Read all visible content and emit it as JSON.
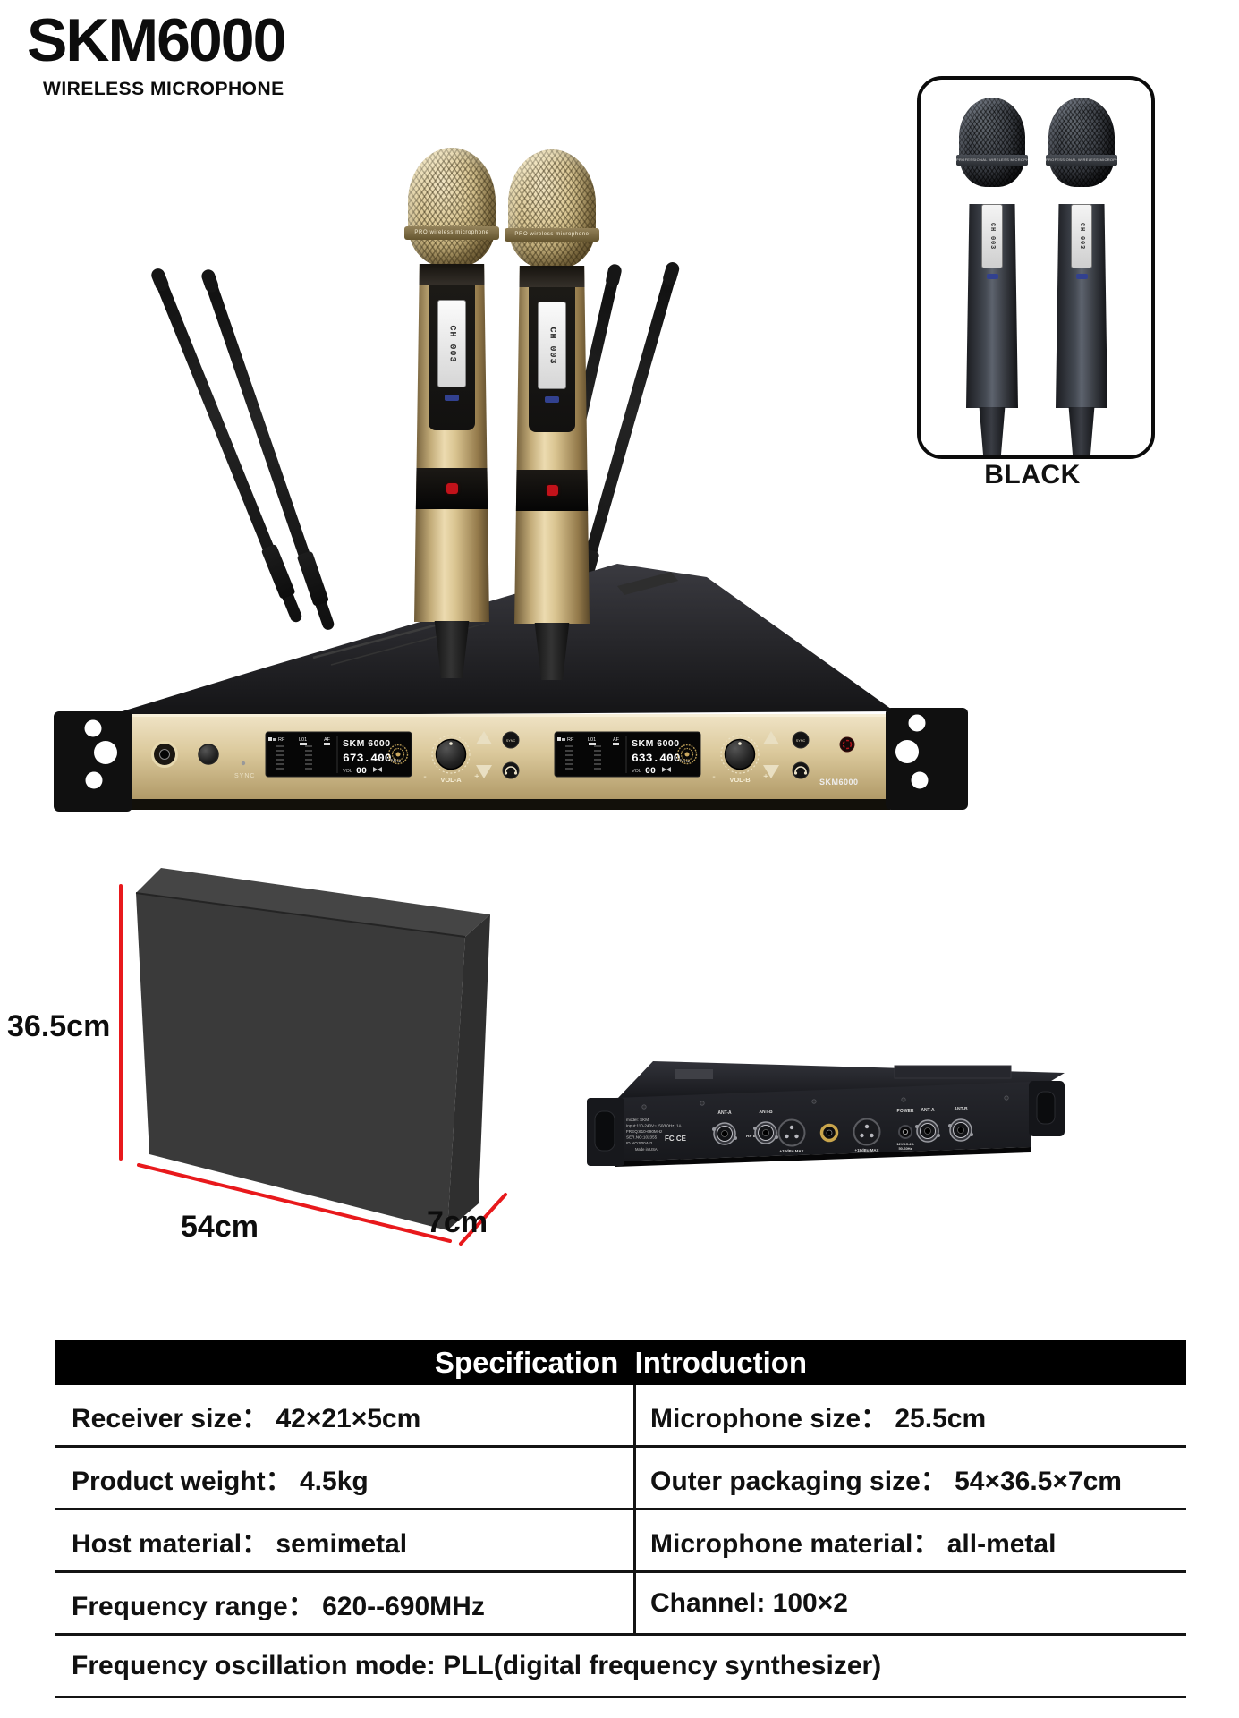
{
  "page": {
    "title": "SKM6000",
    "subtitle": "WIRELESS MICROPHONE"
  },
  "variant_box": {
    "caption": "BLACK"
  },
  "mics": {
    "gold_band": "PRO wireless microphone",
    "black_band": "PROFESSIONAL WIRELESS MICROPHONE",
    "channel": "CH 003"
  },
  "receiver_front": {
    "sync_panel_label": "SYNC",
    "displays": [
      {
        "rf": "RF",
        "lo": "L01",
        "af": "AF",
        "model": "SKM 6000",
        "freq": "673.400",
        "unit": "MHz",
        "vol": "VOL",
        "vol_value": "00"
      },
      {
        "rf": "RF",
        "lo": "L01",
        "af": "AF",
        "model": "SKM 6000",
        "freq": "633.400",
        "unit": "MHz",
        "vol": "VOL",
        "vol_value": "00"
      }
    ],
    "knobs": {
      "a": "VOL-A",
      "b": "VOL-B",
      "minus": "-",
      "plus": "+"
    },
    "buttons": {
      "sync": "SYNC"
    },
    "model_badge": "SKM6000"
  },
  "receiver_back": {
    "info_lines": [
      "model: SKM",
      "Input:110-240V~, 50/60Hz, 1A",
      "FREQ:610-690MHz",
      "SER.NO:102355",
      "ID.NO:500442"
    ],
    "cert": "FC CE",
    "made_in": "Made in USA",
    "rf_in": "RF IN",
    "xlr_label": "+18dBu MAX",
    "power_label": "POWER",
    "power_spec1": "12VDC-2A",
    "power_spec2": "50-60Hz",
    "ant_a": "ANT-A",
    "ant_b": "ANT-B"
  },
  "package": {
    "height_label": "36.5cm",
    "length_label": "54cm",
    "depth_label": "7cm"
  },
  "spec_table": {
    "header": "Specification  Introduction",
    "rows": [
      {
        "left": "Receiver size： 42×21×5cm",
        "right": "Microphone size： 25.5cm"
      },
      {
        "left": "Product weight： 4.5kg",
        "right": "Outer packaging size： 54×36.5×7cm"
      },
      {
        "left": "Host material： semimetal",
        "right": "Microphone material： all-metal"
      },
      {
        "left": "Frequency range： 620--690MHz",
        "right": "Channel: 100×2"
      }
    ],
    "footer": "Frequency oscillation mode: PLL(digital frequency synthesizer)"
  }
}
